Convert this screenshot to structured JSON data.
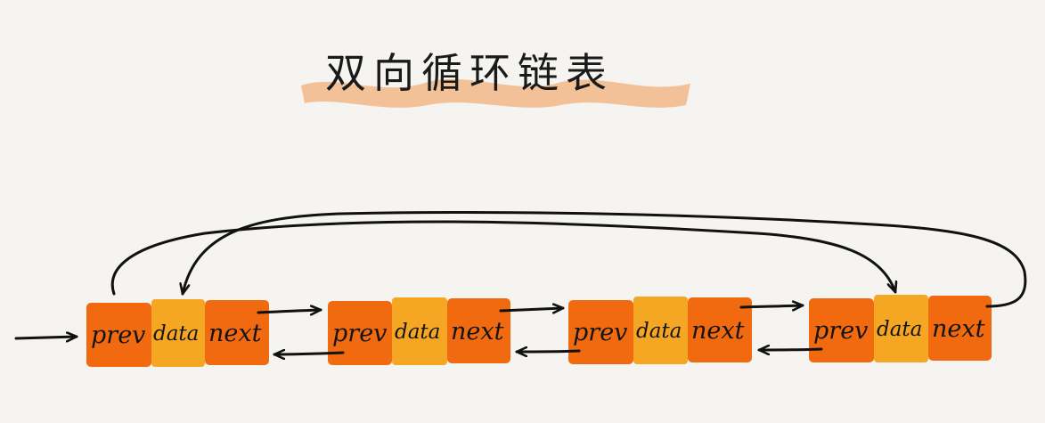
{
  "title": "双向循环链表",
  "colors": {
    "pointer_cell": "#f26a10",
    "data_cell": "#f5a623",
    "highlight": "#f2b07a",
    "line": "#111111",
    "background": "#f6f4f1"
  },
  "nodes": [
    {
      "prev": "prev",
      "data": "data",
      "next": "next"
    },
    {
      "prev": "prev",
      "data": "data",
      "next": "next"
    },
    {
      "prev": "prev",
      "data": "data",
      "next": "next"
    },
    {
      "prev": "prev",
      "data": "data",
      "next": "next"
    }
  ]
}
